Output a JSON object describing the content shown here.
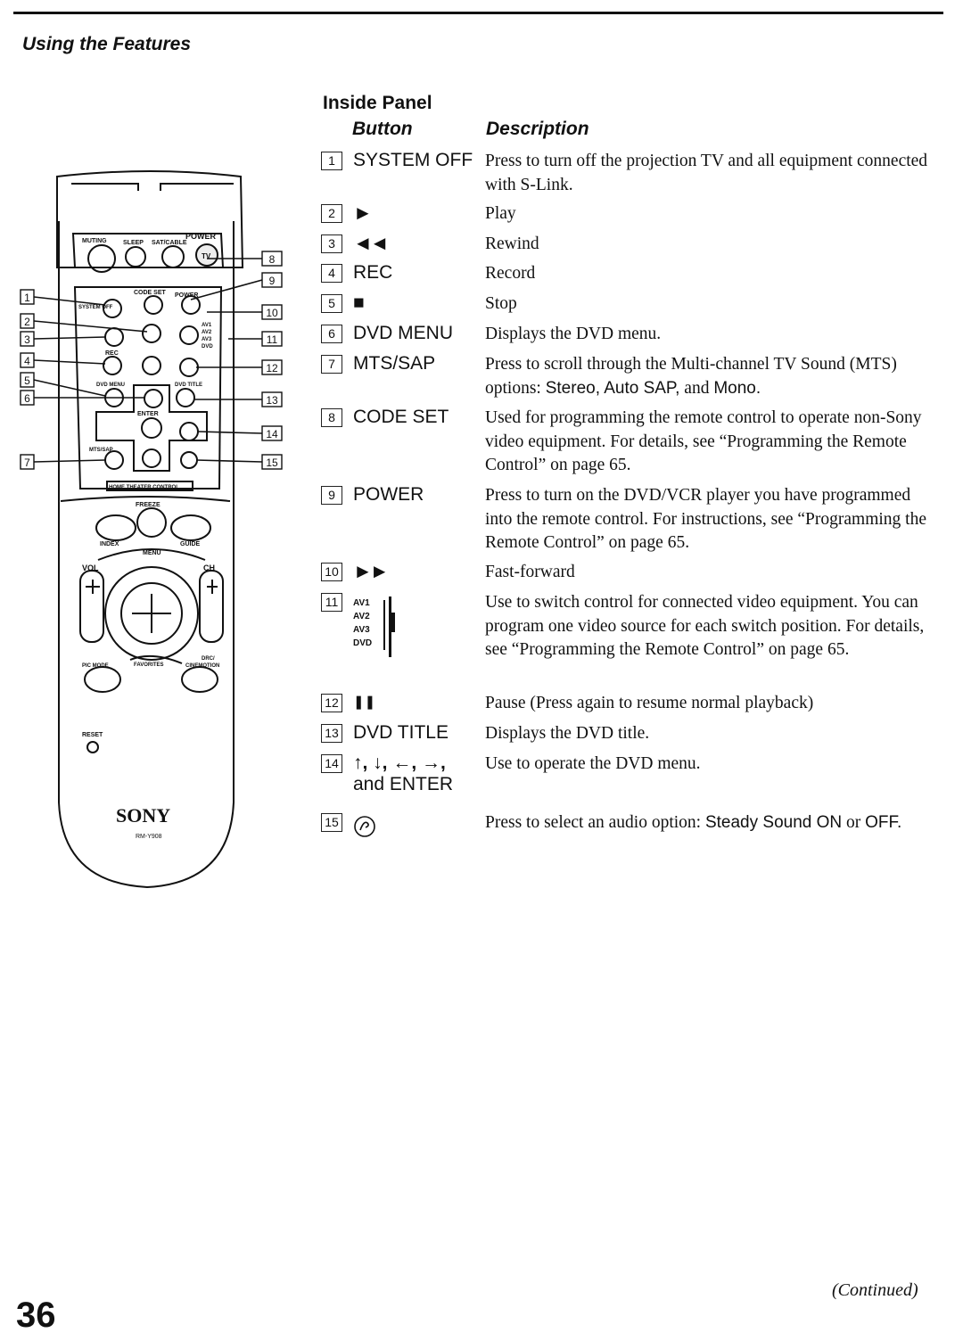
{
  "header": {
    "section_title": "Using the Features"
  },
  "panel": {
    "title": "Inside Panel",
    "col_button": "Button",
    "col_description": "Description",
    "rows": [
      {
        "num": "1",
        "label": "SYSTEM OFF",
        "desc": "Press to turn off the projection TV and all equipment connected with S-Link."
      },
      {
        "num": "2",
        "label": "►",
        "desc": "Play"
      },
      {
        "num": "3",
        "label": "◄◄",
        "desc": "Rewind"
      },
      {
        "num": "4",
        "label": "REC",
        "desc": "Record"
      },
      {
        "num": "5",
        "label": "■",
        "desc": "Stop"
      },
      {
        "num": "6",
        "label": "DVD MENU",
        "desc": "Displays the DVD menu."
      },
      {
        "num": "7",
        "label": "MTS/SAP",
        "desc_pre": "Press to scroll through the Multi-channel TV Sound (MTS) options: ",
        "desc_opt1": "Stereo, Auto SAP,",
        "desc_mid": " and ",
        "desc_opt2": "Mono.",
        "desc_post": ""
      },
      {
        "num": "8",
        "label": "CODE SET",
        "desc": "Used for programming the remote control to operate non-Sony video equipment. For details, see “Programming the Remote Control” on page 65."
      },
      {
        "num": "9",
        "label": "POWER",
        "desc": "Press to turn on the DVD/VCR player you have programmed into the remote control. For instructions, see “Programming the Remote Control” on page 65."
      },
      {
        "num": "10",
        "label": "►►",
        "desc": "Fast-forward"
      },
      {
        "num": "11",
        "switch_labels": [
          "AV1",
          "AV2",
          "AV3",
          "DVD"
        ],
        "desc": "Use to switch control for connected video equipment. You can program one video source for each switch position. For details, see “Programming the Remote Control” on page 65."
      },
      {
        "num": "12",
        "label": "❚❚",
        "desc": "Pause (Press again to resume normal playback)"
      },
      {
        "num": "13",
        "label": "DVD TITLE",
        "desc": "Displays the DVD title."
      },
      {
        "num": "14",
        "label": "↑, ↓, ←, →,",
        "label2": "and ENTER",
        "desc": "Use to operate the DVD menu."
      },
      {
        "num": "15",
        "desc_pre": "Press to select an audio option: ",
        "desc_opt1": "Steady Sound ON",
        "desc_mid": " or ",
        "desc_opt2": "OFF.",
        "desc_post": ""
      }
    ]
  },
  "remote": {
    "top_labels": [
      "MUTING",
      "SLEEP",
      "SAT/CABLE",
      "POWER"
    ],
    "tv_label": "TV",
    "code_set": "CODE SET",
    "power_small": "POWER",
    "system_off": "SYSTEM OFF",
    "rec": "REC",
    "dvd_menu": "DVD MENU",
    "dvd_title": "DVD TITLE",
    "enter": "ENTER",
    "mts_sap": "MTS/SAP",
    "switch_labels": [
      "AV1",
      "AV2",
      "AV3",
      "DVD"
    ],
    "home_theater": "HOME THEATER CONTROL",
    "freeze": "FREEZE",
    "index": "INDEX",
    "guide": "GUIDE",
    "menu": "MENU",
    "vol": "VOL",
    "ch": "CH",
    "pic_mode": "PIC MODE",
    "favorites": "FAVORITES",
    "drc": "DRC/",
    "cinemotion": "CINEMOTION",
    "reset": "RESET",
    "brand": "SONY",
    "model": "RM-Y908",
    "callouts": [
      "1",
      "2",
      "3",
      "4",
      "5",
      "6",
      "7",
      "8",
      "9",
      "10",
      "11",
      "12",
      "13",
      "14",
      "15"
    ]
  },
  "footer": {
    "continued": "(Continued)",
    "page_number": "36"
  }
}
